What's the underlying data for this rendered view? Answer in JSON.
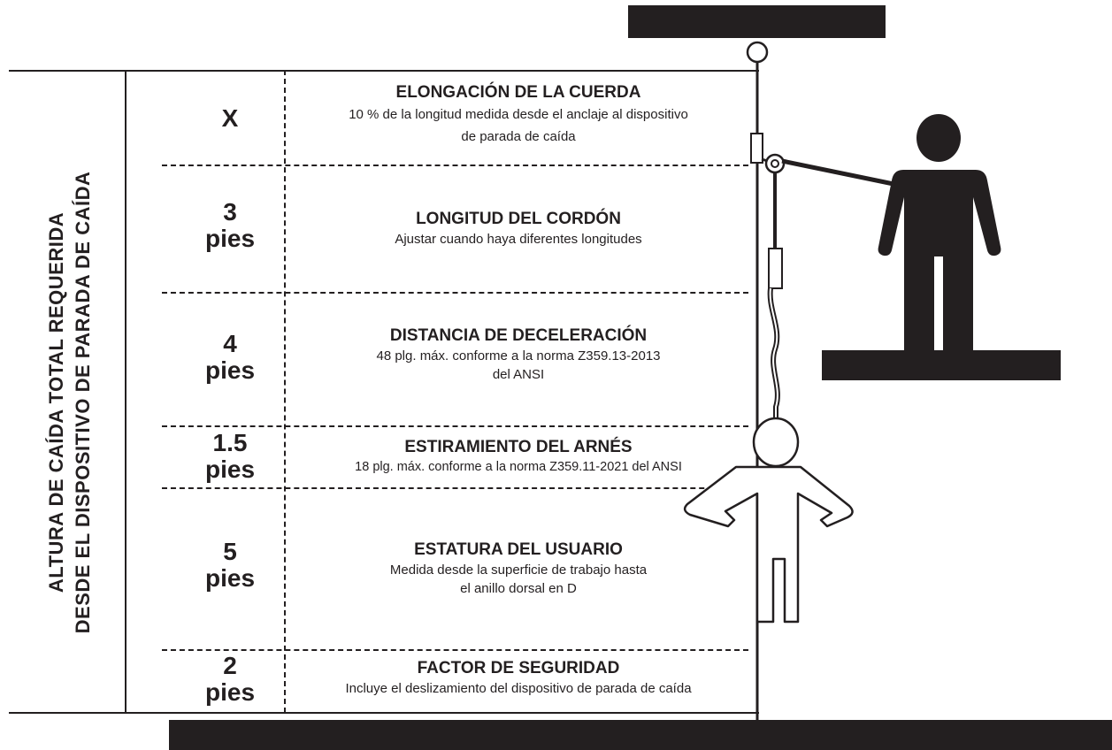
{
  "side_label": {
    "line1": "ALTURA DE CAÍDA TOTAL REQUERIDA",
    "line2": "DESDE EL DISPOSITIVO DE PARADA DE CAÍDA"
  },
  "rows": [
    {
      "value": "X",
      "title": "ELONGACIÓN DE LA CUERDA",
      "desc1": "10 % de la longitud medida desde el anclaje al dispositivo",
      "desc2": "de parada de caída"
    },
    {
      "value1": "3",
      "value2": "pies",
      "title": "LONGITUD DEL CORDÓN",
      "desc1": "Ajustar cuando haya diferentes longitudes"
    },
    {
      "value1": "4",
      "value2": "pies",
      "title": "DISTANCIA DE DECELERACIÓN",
      "desc1": "48 plg. máx. conforme a la norma Z359.13-2013",
      "desc2": "del ANSI"
    },
    {
      "value1": "1.5",
      "value2": "pies",
      "title": "ESTIRAMIENTO DEL ARNÉS",
      "desc1": "18 plg. máx. conforme a la norma Z359.11-2021 del ANSI"
    },
    {
      "value1": "5",
      "value2": "pies",
      "title": "ESTATURA DEL USUARIO",
      "desc1": "Medida desde la superficie de trabajo hasta",
      "desc2": "el anillo dorsal en D"
    },
    {
      "value1": "2",
      "value2": "pies",
      "title": "FACTOR DE SEGURIDAD",
      "desc1": "Incluye el deslizamiento del dispositivo de parada de caída"
    }
  ]
}
